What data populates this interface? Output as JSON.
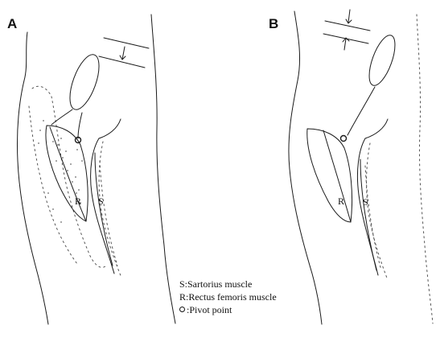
{
  "panels": {
    "a": {
      "label": "A",
      "r_label": "R",
      "s_label": "S"
    },
    "b": {
      "label": "B",
      "r_label": "R",
      "s_label": "S"
    }
  },
  "legend": {
    "sartorius": "S:Sartorius muscle",
    "rectus_femoris": "R:Rectus femoris muscle",
    "pivot_point": ":Pivot point"
  },
  "colors": {
    "ink": "#1a1a1a",
    "background": "#ffffff"
  }
}
